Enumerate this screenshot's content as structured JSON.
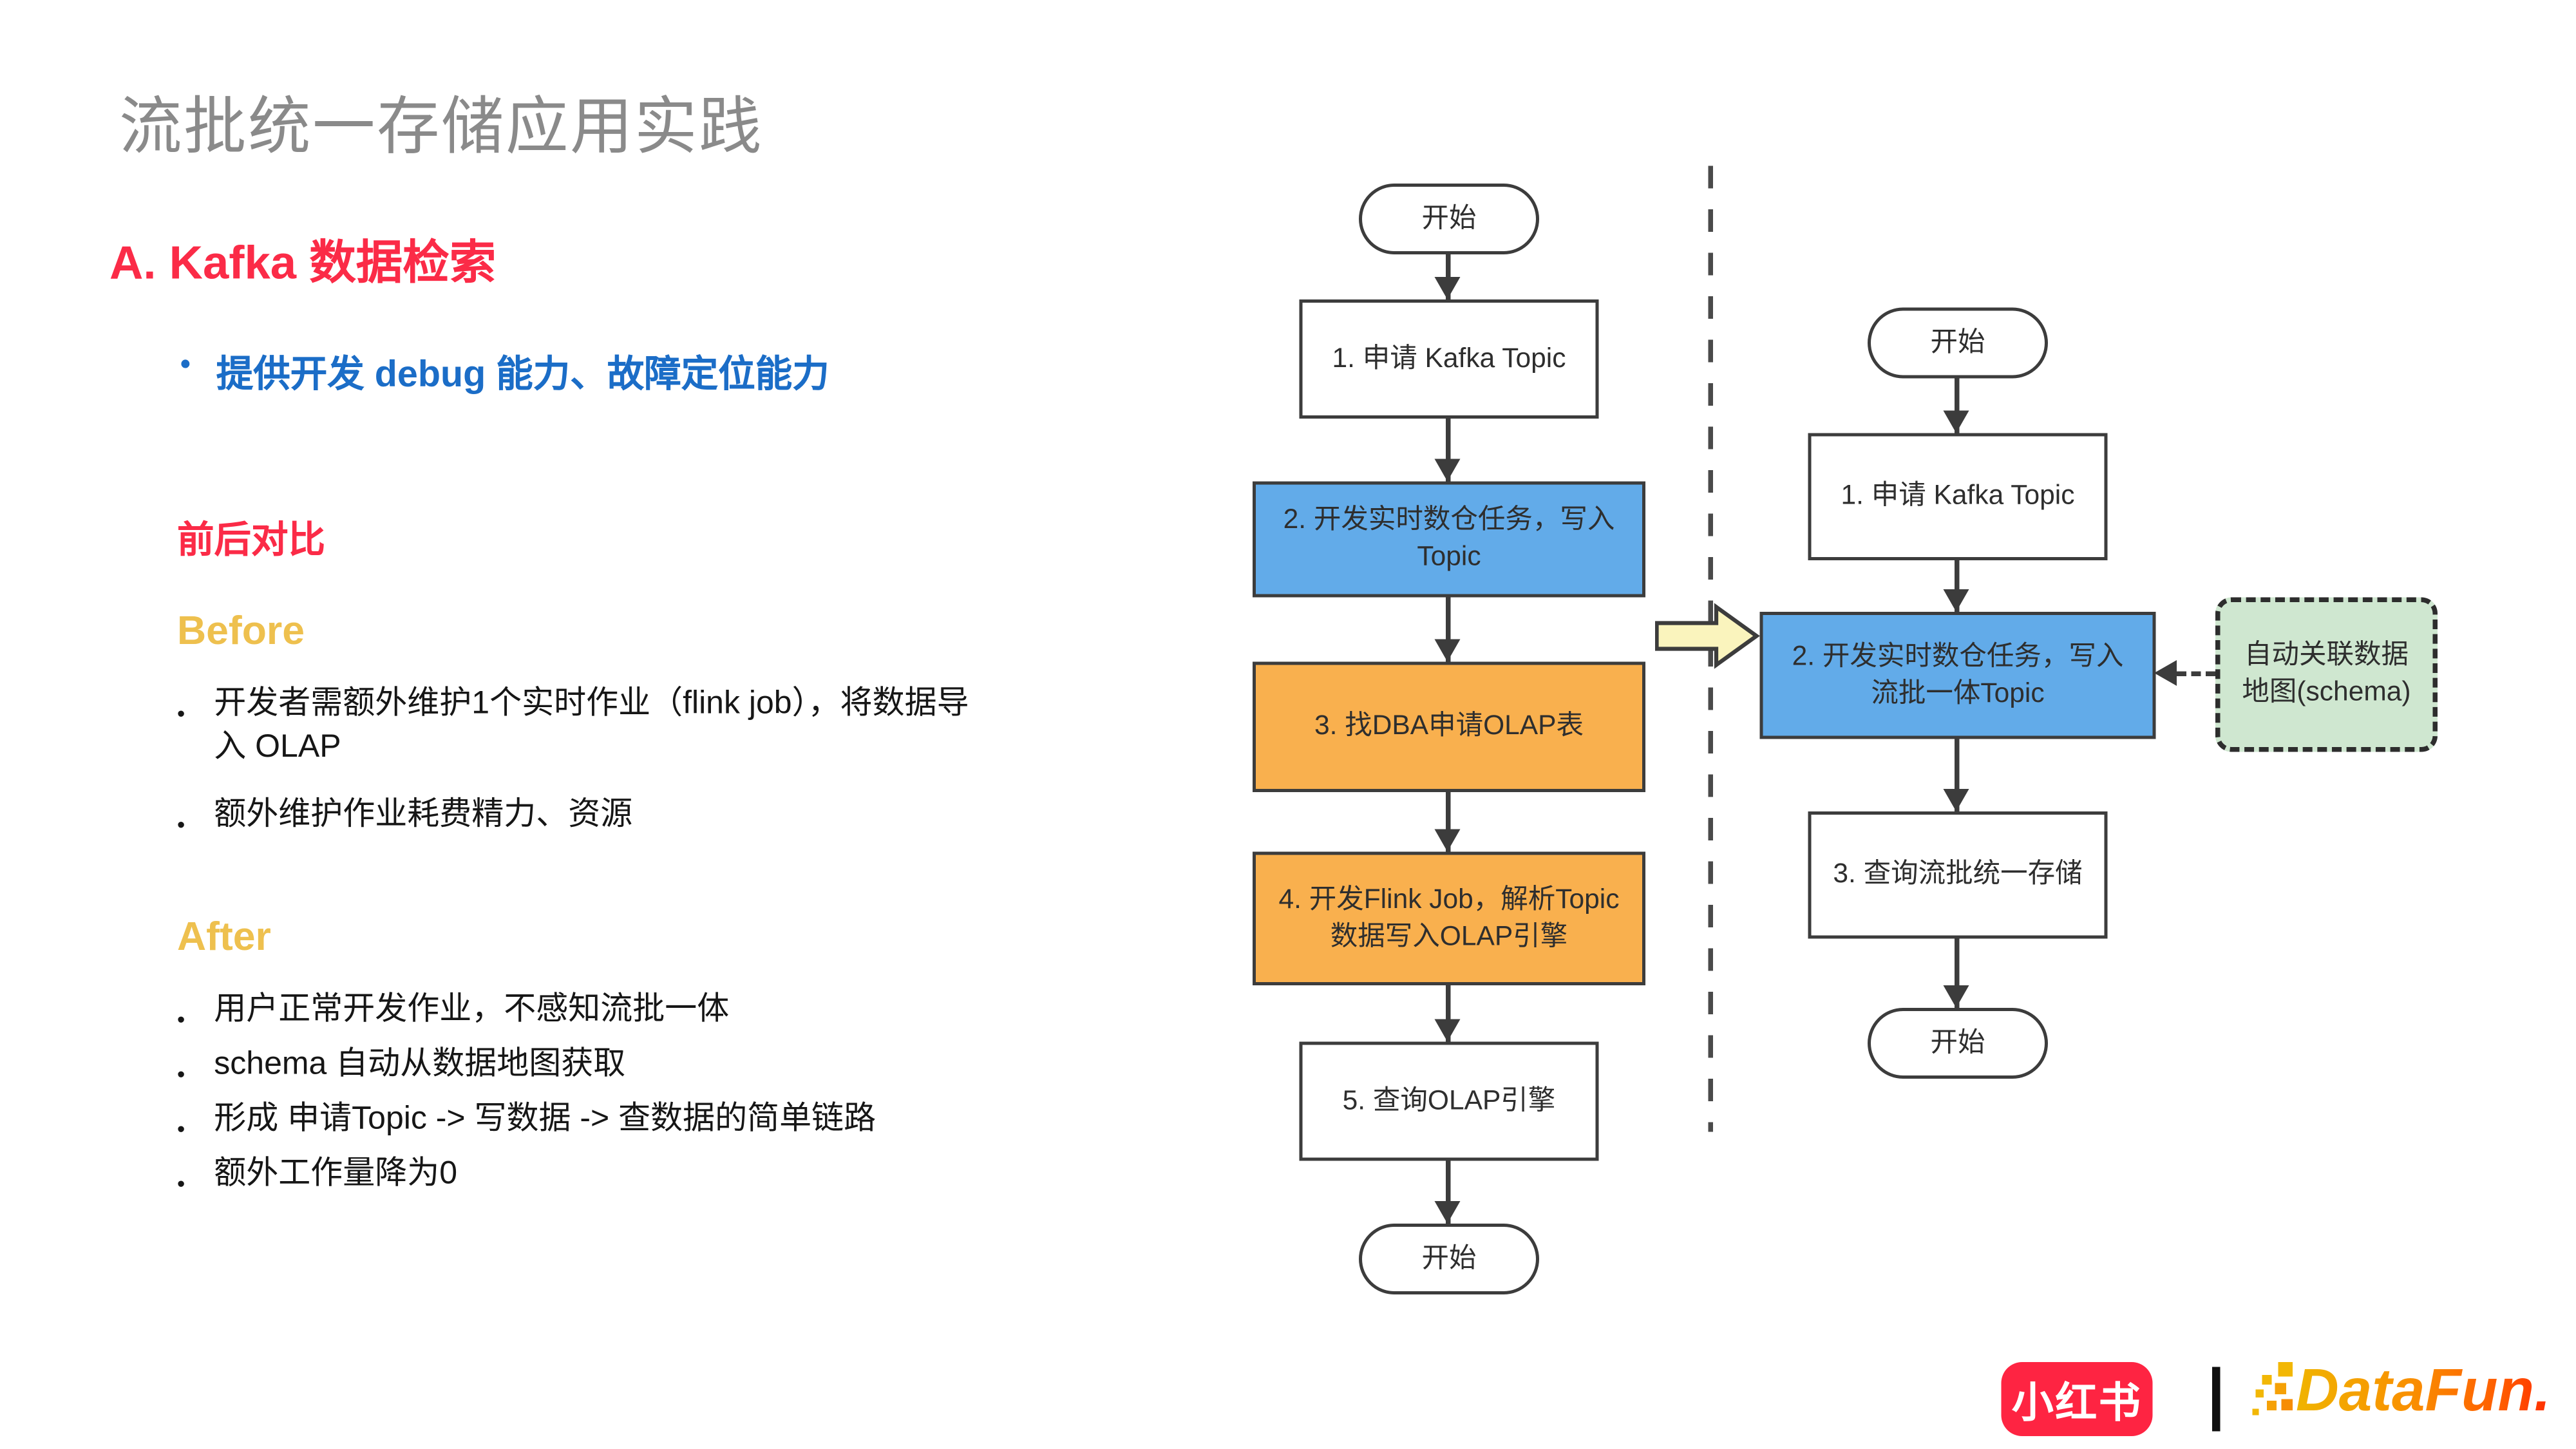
{
  "slide": {
    "title": "流批统一存储应用实践",
    "section_heading": "A. Kafka 数据检索",
    "bullet_char": "•",
    "intro_bullet": "提供开发 debug 能力、故障定位能力",
    "comparison_heading": "前后对比",
    "before": {
      "label": "Before",
      "bullets": [
        "开发者需额外维护1个实时作业（flink job），将数据导入 OLAP",
        "额外维护作业耗费精力、资源"
      ]
    },
    "after": {
      "label": "After",
      "bullets": [
        "用户正常开发作业，不感知流批一体",
        "schema 自动从数据地图获取",
        "形成 申请Topic -> 写数据 -> 查数据的简单链路",
        "额外工作量降为0"
      ]
    }
  },
  "flow_before": {
    "start_label": "开始",
    "steps": [
      {
        "label": "1. 申请 Kafka Topic",
        "color": "white"
      },
      {
        "label": "2. 开发实时数仓任务，写入Topic",
        "color": "blue"
      },
      {
        "label": "3. 找DBA申请OLAP表",
        "color": "orange"
      },
      {
        "label": "4. 开发Flink Job，解析Topic数据写入OLAP引擎",
        "color": "orange"
      },
      {
        "label": "5. 查询OLAP引擎",
        "color": "white"
      }
    ],
    "end_label": "开始"
  },
  "flow_after": {
    "start_label": "开始",
    "steps": [
      {
        "label": "1. 申请 Kafka Topic",
        "color": "white"
      },
      {
        "label": "2. 开发实时数仓任务，写入流批一体Topic",
        "color": "blue"
      },
      {
        "label": "3. 查询流批统一存储",
        "color": "white"
      }
    ],
    "end_label": "开始",
    "annotation": "自动关联数据地图(schema)"
  },
  "footer": {
    "brand_left": "小红书",
    "brand_right": "DataFun."
  },
  "colors": {
    "title_gray": "#8a8a8a",
    "accent_red": "#fb2b47",
    "accent_blue": "#1b6dc7",
    "accent_gold": "#eec04e",
    "node_blue": "#62abe9",
    "node_orange": "#f9b04e",
    "annotation_green": "#cfe7d0",
    "arrow_yellow": "#faf4bd",
    "brand_red": "#fe2442",
    "line_dark": "#3c3c3c"
  }
}
